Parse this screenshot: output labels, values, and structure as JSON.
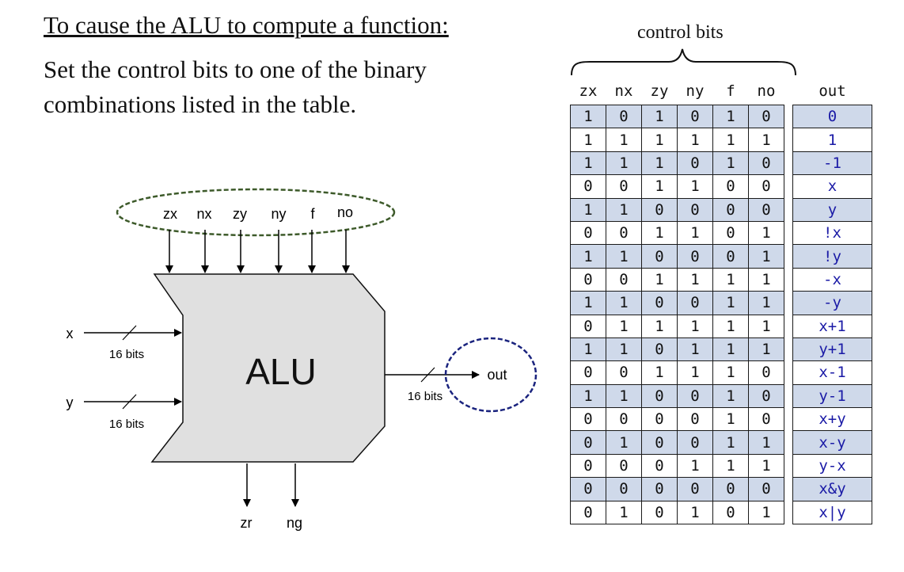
{
  "heading": "To cause the ALU to compute a function:",
  "instruction": [
    "Set the control bits to one of the binary",
    "combinations listed in the table."
  ],
  "control_bits_label": "control bits",
  "table": {
    "headers": [
      "zx",
      "nx",
      "zy",
      "ny",
      "f",
      "no"
    ],
    "out_header": "out",
    "rows": [
      {
        "bits": [
          "1",
          "0",
          "1",
          "0",
          "1",
          "0"
        ],
        "out": "0"
      },
      {
        "bits": [
          "1",
          "1",
          "1",
          "1",
          "1",
          "1"
        ],
        "out": "1"
      },
      {
        "bits": [
          "1",
          "1",
          "1",
          "0",
          "1",
          "0"
        ],
        "out": "-1"
      },
      {
        "bits": [
          "0",
          "0",
          "1",
          "1",
          "0",
          "0"
        ],
        "out": "x"
      },
      {
        "bits": [
          "1",
          "1",
          "0",
          "0",
          "0",
          "0"
        ],
        "out": "y"
      },
      {
        "bits": [
          "0",
          "0",
          "1",
          "1",
          "0",
          "1"
        ],
        "out": "!x"
      },
      {
        "bits": [
          "1",
          "1",
          "0",
          "0",
          "0",
          "1"
        ],
        "out": "!y"
      },
      {
        "bits": [
          "0",
          "0",
          "1",
          "1",
          "1",
          "1"
        ],
        "out": "-x"
      },
      {
        "bits": [
          "1",
          "1",
          "0",
          "0",
          "1",
          "1"
        ],
        "out": "-y"
      },
      {
        "bits": [
          "0",
          "1",
          "1",
          "1",
          "1",
          "1"
        ],
        "out": "x+1"
      },
      {
        "bits": [
          "1",
          "1",
          "0",
          "1",
          "1",
          "1"
        ],
        "out": "y+1"
      },
      {
        "bits": [
          "0",
          "0",
          "1",
          "1",
          "1",
          "0"
        ],
        "out": "x-1"
      },
      {
        "bits": [
          "1",
          "1",
          "0",
          "0",
          "1",
          "0"
        ],
        "out": "y-1"
      },
      {
        "bits": [
          "0",
          "0",
          "0",
          "0",
          "1",
          "0"
        ],
        "out": "x+y"
      },
      {
        "bits": [
          "0",
          "1",
          "0",
          "0",
          "1",
          "1"
        ],
        "out": "x-y"
      },
      {
        "bits": [
          "0",
          "0",
          "0",
          "1",
          "1",
          "1"
        ],
        "out": "y-x"
      },
      {
        "bits": [
          "0",
          "0",
          "0",
          "0",
          "0",
          "0"
        ],
        "out": "x&y"
      },
      {
        "bits": [
          "0",
          "1",
          "0",
          "1",
          "0",
          "1"
        ],
        "out": "x|y"
      }
    ]
  },
  "diagram": {
    "alu_label": "ALU",
    "control_inputs": [
      "zx",
      "nx",
      "zy",
      "ny",
      "f",
      "no"
    ],
    "input_x": "x",
    "input_y": "y",
    "bus_width": "16 bits",
    "output_label": "out",
    "status_outputs": [
      "zr",
      "ng"
    ]
  },
  "colors": {
    "row_shade": "#cfd9ea",
    "out_text": "#1a1aa6",
    "alu_fill": "#e0e0e0",
    "control_ellipse": "#3d5a2a",
    "output_circle": "#1a237e"
  }
}
